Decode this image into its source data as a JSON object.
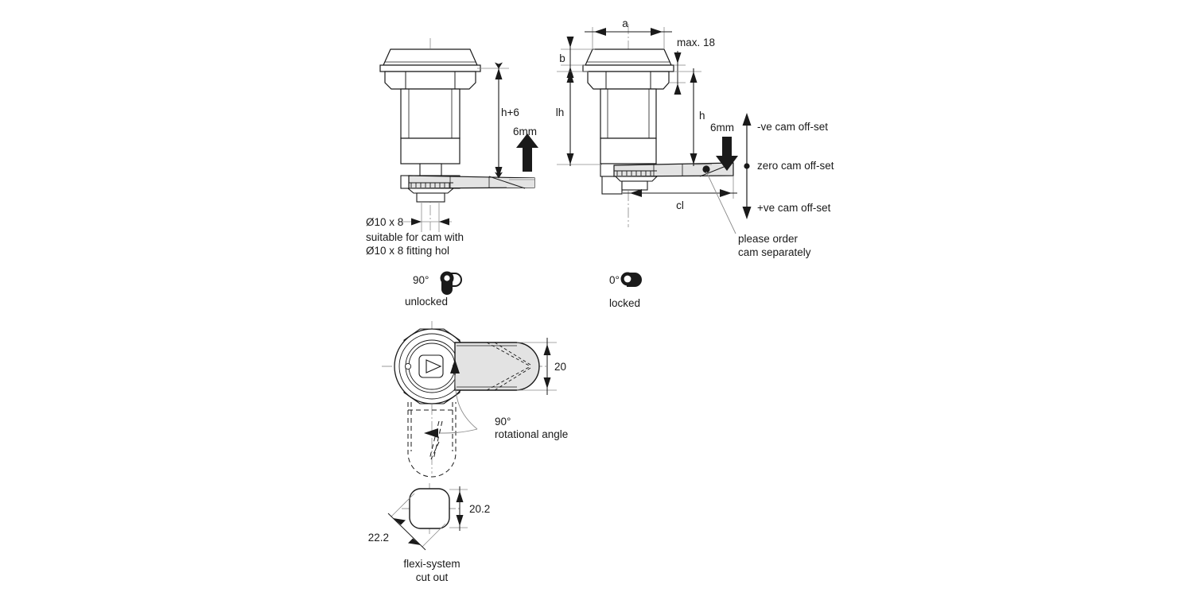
{
  "drawing": {
    "title": "Cam lock technical drawing",
    "colors": {
      "line": "#1a1a1a",
      "thin_line": "#6b6b6b",
      "center_line": "#8a8a8a",
      "cam_fill": "#e3e3e3",
      "cam_fill_dark": "#d2d2d2",
      "body_fill": "#ffffff",
      "text": "#1a1a1a"
    }
  },
  "view_left": {
    "name": "cam-lock-side-view-negative-offset",
    "dim_height": "h+6",
    "offset_arrow_label": "6mm",
    "cam_bore_label": "Ø10 x 8",
    "note_line_1": "suitable for cam with",
    "note_line_2": "Ø10 x 8 fitting hol"
  },
  "view_right": {
    "name": "cam-lock-side-view-positive-offset",
    "dim_a": "a",
    "dim_b": "b",
    "dim_lh": "lh",
    "dim_h": "h",
    "dim_cl": "cl",
    "dim_max": "max. 18",
    "offset_arrow_label": "6mm",
    "offset_scale": {
      "negative": "-ve cam off-set",
      "zero": "zero cam off-set",
      "positive": "+ve cam off-set"
    },
    "cam_note_line_1": "please order",
    "cam_note_line_2": "cam separately"
  },
  "states": {
    "unlocked": {
      "angle": "90°",
      "label": "unlocked"
    },
    "locked": {
      "angle": "0°",
      "label": "locked"
    }
  },
  "view_top": {
    "name": "cam-lock-top-view",
    "dim_cam_width": "20",
    "rotation_line_1": "90°",
    "rotation_line_2": "rotational angle"
  },
  "view_cutout": {
    "name": "flexi-system-cut-out",
    "dim_across_flats": "20.2",
    "dim_across_corners": "22.2",
    "caption_line_1": "flexi-system",
    "caption_line_2": "cut out"
  }
}
